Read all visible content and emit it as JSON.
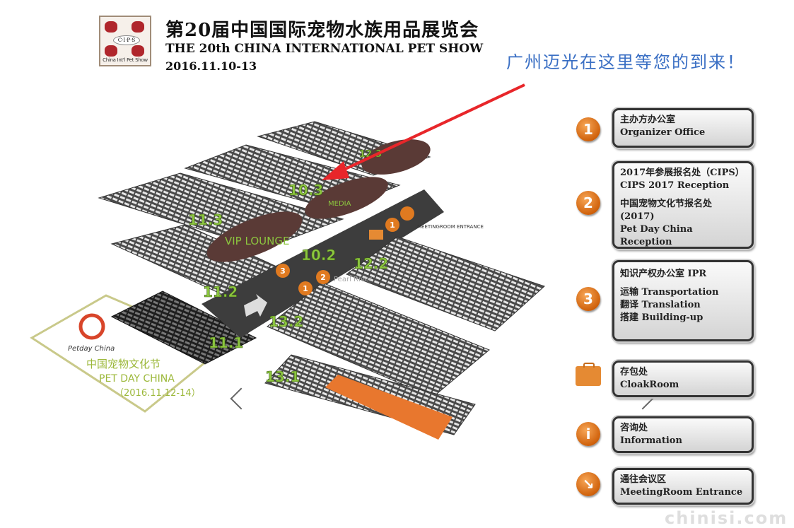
{
  "header": {
    "logo_text": "C·I·P·S",
    "logo_caption": "China Int'l Pet Show",
    "title_cn": "第20届中国国际宠物水族用品展览会",
    "title_en": "THE 20th CHINA INTERNATIONAL PET SHOW",
    "date": "2016.11.10-13"
  },
  "annotation": {
    "welcome": "广州迈光在这里等您的到来！",
    "arrow_color": "#e8262a"
  },
  "map": {
    "halls": [
      "12.3",
      "10.3",
      "11.3",
      "10.2",
      "11.2",
      "11.1",
      "12.2",
      "13.2",
      "13.1"
    ],
    "zones": {
      "vip_lounge": "VIP LOUNGE",
      "media": "MEDIA",
      "river": "Pearl River",
      "meeting_entrance": "MEETINGROOM ENTRANCE"
    },
    "pet_day": {
      "logo": "Petday China",
      "cn": "中国宠物文化节",
      "en": "PET DAY CHINA",
      "dates": "（2016.11.12-14）"
    },
    "markers": [
      "1",
      "2",
      "3",
      "1"
    ]
  },
  "legend": [
    {
      "icon": "1",
      "lines": [
        "主办方办公室",
        "Organizer Office"
      ]
    },
    {
      "icon": "2",
      "lines": [
        "2017年参展报名处（CIPS）",
        "CIPS 2017 Reception",
        "中国宠物文化节报名处(2017)",
        "Pet Day China Reception"
      ]
    },
    {
      "icon": "3",
      "lines": [
        "知识产权办公室  IPR",
        "运输  Transportation",
        "翻译  Translation",
        "搭建  Building-up"
      ]
    },
    {
      "icon": "suitcase",
      "lines": [
        "存包处",
        "CloakRoom"
      ]
    },
    {
      "icon": "i",
      "lines": [
        "咨询处",
        "Information"
      ]
    },
    {
      "icon": "arrow",
      "lines": [
        "通往会议区",
        "MeetingRoom Entrance"
      ]
    }
  ],
  "watermark": "chinisi.com",
  "colors": {
    "hall": "#4a4a4a",
    "hall_label": "#8cc63f",
    "badge": "#e07a20",
    "orange_zone": "#e8772e"
  }
}
